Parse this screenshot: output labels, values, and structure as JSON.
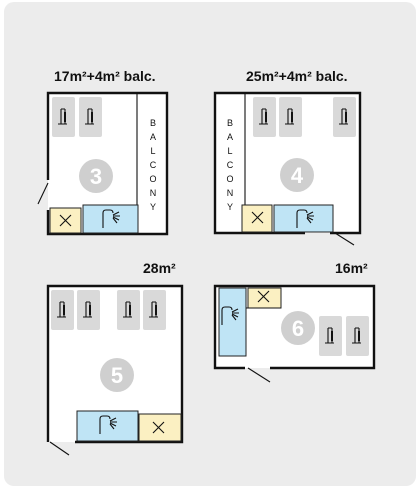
{
  "rooms": [
    {
      "number": "3",
      "size": "17m²+4m² balc.",
      "balcony_label": [
        "B",
        "A",
        "L",
        "C",
        "O",
        "N",
        "Y"
      ]
    },
    {
      "number": "4",
      "size": "25m²+4m² balc.",
      "balcony_label": [
        "B",
        "A",
        "L",
        "C",
        "O",
        "N",
        "Y"
      ]
    },
    {
      "number": "5",
      "size": "28m²"
    },
    {
      "number": "6",
      "size": "16m²"
    }
  ],
  "colors": {
    "panel": "#ececec",
    "bed": "#d9d9d9",
    "bathroom": "#bfe4f5",
    "kitchenette": "#fbf0c2",
    "room_number_circle": "#cfcfcf"
  },
  "icons": [
    "bed-icon",
    "shower-icon",
    "fork-knife-icon",
    "door-swing"
  ]
}
